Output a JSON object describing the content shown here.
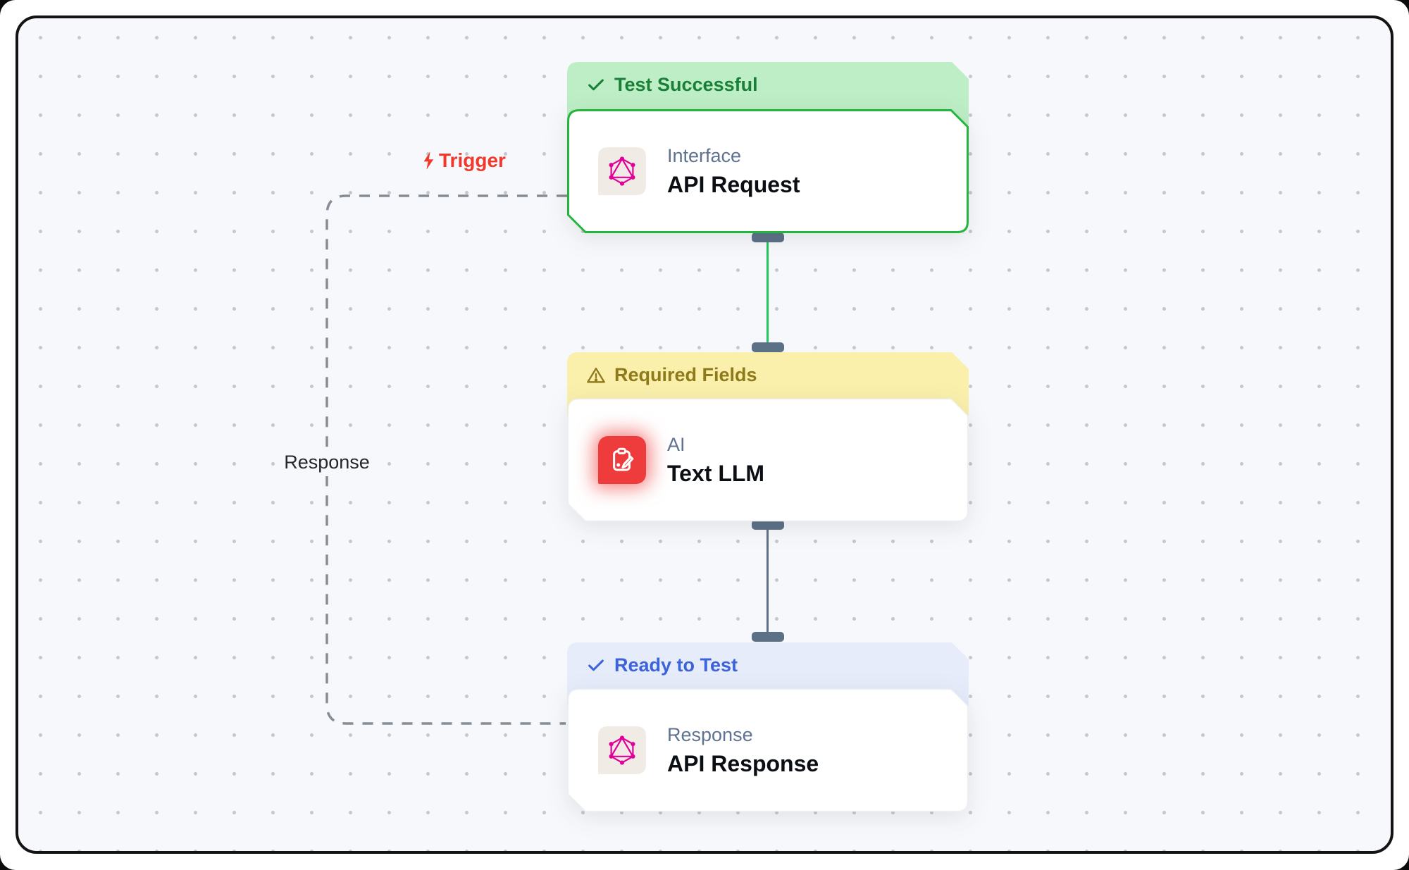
{
  "app": {
    "type": "workflow-canvas"
  },
  "palette": {
    "canvas_bg": "#f7f8fb",
    "dot_grid": "#c5c8cf",
    "frame_border": "#131313",
    "success_bg": "#bdeec6",
    "success_text": "#1a8038",
    "success_border": "#25b53c",
    "warning_bg": "#faf0ac",
    "warning_text": "#8e7a1b",
    "info_bg": "#e7ecfb",
    "info_text": "#3c63db",
    "trigger_red": "#f2382b",
    "tile_red": "#ee3c3c",
    "graphql_pink": "#e10098",
    "edge_green": "#22c55e",
    "edge_slate": "#5d7186",
    "dashed_edge": "#878d96"
  },
  "labels": {
    "trigger": "Trigger",
    "response_edge": "Response"
  },
  "nodes": [
    {
      "status": "Test Successful",
      "status_icon": "check",
      "category": "Interface",
      "title": "API Request",
      "icon": "graphql"
    },
    {
      "status": "Required Fields",
      "status_icon": "warning",
      "category": "AI",
      "title": "Text LLM",
      "icon": "clipboard-edit"
    },
    {
      "status": "Ready to Test",
      "status_icon": "check",
      "category": "Response",
      "title": "API Response",
      "icon": "graphql"
    }
  ],
  "edges": [
    {
      "from": "API Request",
      "to": "Text LLM",
      "style": "solid",
      "color": "green"
    },
    {
      "from": "Text LLM",
      "to": "API Response",
      "style": "solid",
      "color": "slate"
    },
    {
      "from": "API Response",
      "to": "API Request",
      "style": "dashed",
      "label": "Response"
    }
  ]
}
